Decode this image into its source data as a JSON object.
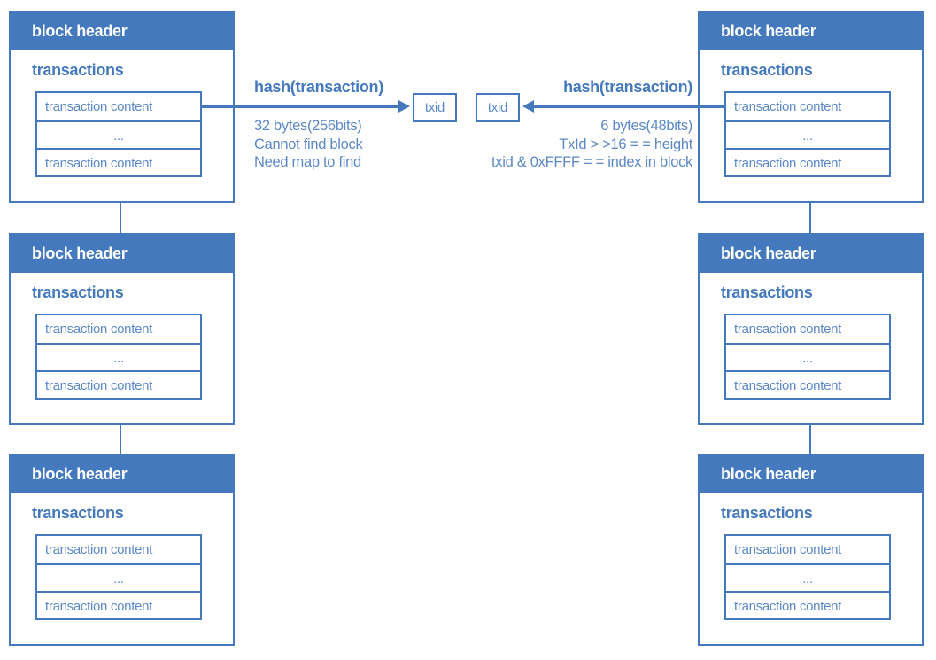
{
  "palette": {
    "blue": "#4479BD",
    "blue_light": "#5B89C6",
    "white": "#FFFFFF"
  },
  "blocks": [
    {
      "id": "left-top",
      "header": "block header",
      "section": "transactions",
      "rows": [
        "transaction content",
        "...",
        "transaction content"
      ]
    },
    {
      "id": "left-middle",
      "header": "block header",
      "section": "transactions",
      "rows": [
        "transaction content",
        "...",
        "transaction content"
      ]
    },
    {
      "id": "left-bottom",
      "header": "block header",
      "section": "transactions",
      "rows": [
        "transaction content",
        "...",
        "transaction content"
      ]
    },
    {
      "id": "right-top",
      "header": "block header",
      "section": "transactions",
      "rows": [
        "transaction content",
        "...",
        "transaction content"
      ]
    },
    {
      "id": "right-middle",
      "header": "block header",
      "section": "transactions",
      "rows": [
        "transaction content",
        "...",
        "transaction content"
      ]
    },
    {
      "id": "right-bottom",
      "header": "block header",
      "section": "transactions",
      "rows": [
        "transaction content",
        "...",
        "transaction content"
      ]
    }
  ],
  "left_flow": {
    "title": "hash(transaction)",
    "notes": [
      "32 bytes(256bits)",
      "Cannot find block",
      "Need map to find"
    ],
    "txid_label": "txid"
  },
  "right_flow": {
    "title": "hash(transaction)",
    "notes": [
      "6 bytes(48bits)",
      "TxId > >16 = = height",
      "txid & 0xFFFF = = index in block"
    ],
    "txid_label": "txid"
  }
}
